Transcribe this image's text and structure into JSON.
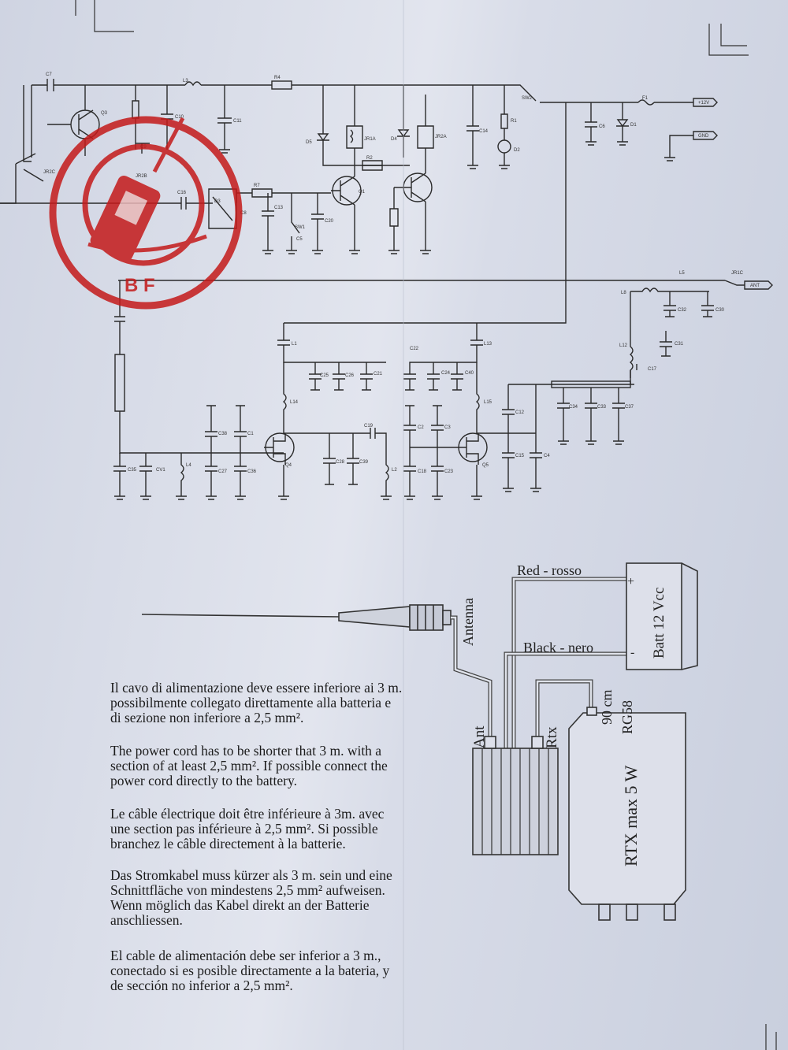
{
  "stamp": {
    "letters": "B F"
  },
  "schematic": {
    "refs": [
      "C7",
      "L3",
      "R4",
      "SW2",
      "F1",
      "C11",
      "C10",
      "Q3",
      "C9",
      "JR2C",
      "JR2B",
      "C16",
      "D3",
      "C8",
      "R7",
      "C13",
      "SW1",
      "C5",
      "C20",
      "Q1",
      "R2",
      "D5",
      "JR1A",
      "D4",
      "JR2A",
      "C14",
      "R1",
      "D2",
      "C6",
      "D1",
      "L5",
      "JR1C",
      "L8",
      "C32",
      "C30",
      "C31",
      "L12",
      "C17",
      "C34",
      "C33",
      "C37",
      "L1",
      "C25",
      "C26",
      "C21",
      "C22",
      "C24",
      "C40",
      "L13",
      "L14",
      "L15",
      "C12",
      "C15",
      "C4",
      "C38",
      "C1",
      "C27",
      "C36",
      "C28",
      "C39",
      "C19",
      "C2",
      "C3",
      "C18",
      "C23",
      "Q4",
      "Q5",
      "L2",
      "L4",
      "CV1",
      "C35"
    ],
    "terminals": [
      "+12V",
      "GND",
      "ANT"
    ]
  },
  "wiring": {
    "red": "Red - rosso",
    "black": "Black - nero",
    "plus": "+",
    "minus": "-",
    "battery": "Batt 12 Vcc",
    "antenna": "Antenna",
    "ant": "Ant",
    "rtx": "Rtx",
    "cable_len": "90 cm",
    "cable_type": "RG58",
    "radio": "RTX max 5 W"
  },
  "notes": {
    "it": [
      "Il cavo di alimentazione deve essere inferiore ai 3 m.",
      "possibilmente collegato direttamente alla batteria e",
      "di sezione non inferiore a 2,5 mm²."
    ],
    "en": [
      "The power cord has to be shorter that 3 m. with a",
      "section of at least 2,5 mm². If possible connect the",
      "power cord directly to the battery."
    ],
    "fr": [
      "Le câble électrique doit être inférieure à 3m. avec",
      "une section pas inférieure à 2,5 mm². Si possible",
      "branchez le câble directement à la batterie."
    ],
    "de": [
      "Das Stromkabel muss kürzer als 3 m. sein und eine",
      "Schnittfläche von mindestens 2,5 mm² aufweisen.",
      "Wenn möglich das Kabel direkt an der Batterie",
      "anschliessen."
    ],
    "es": [
      "El cable de alimentación debe ser inferior a 3 m.,",
      "conectado si es posible directamente a la bateria, y",
      "de sección no inferior a 2,5 mm²."
    ]
  }
}
